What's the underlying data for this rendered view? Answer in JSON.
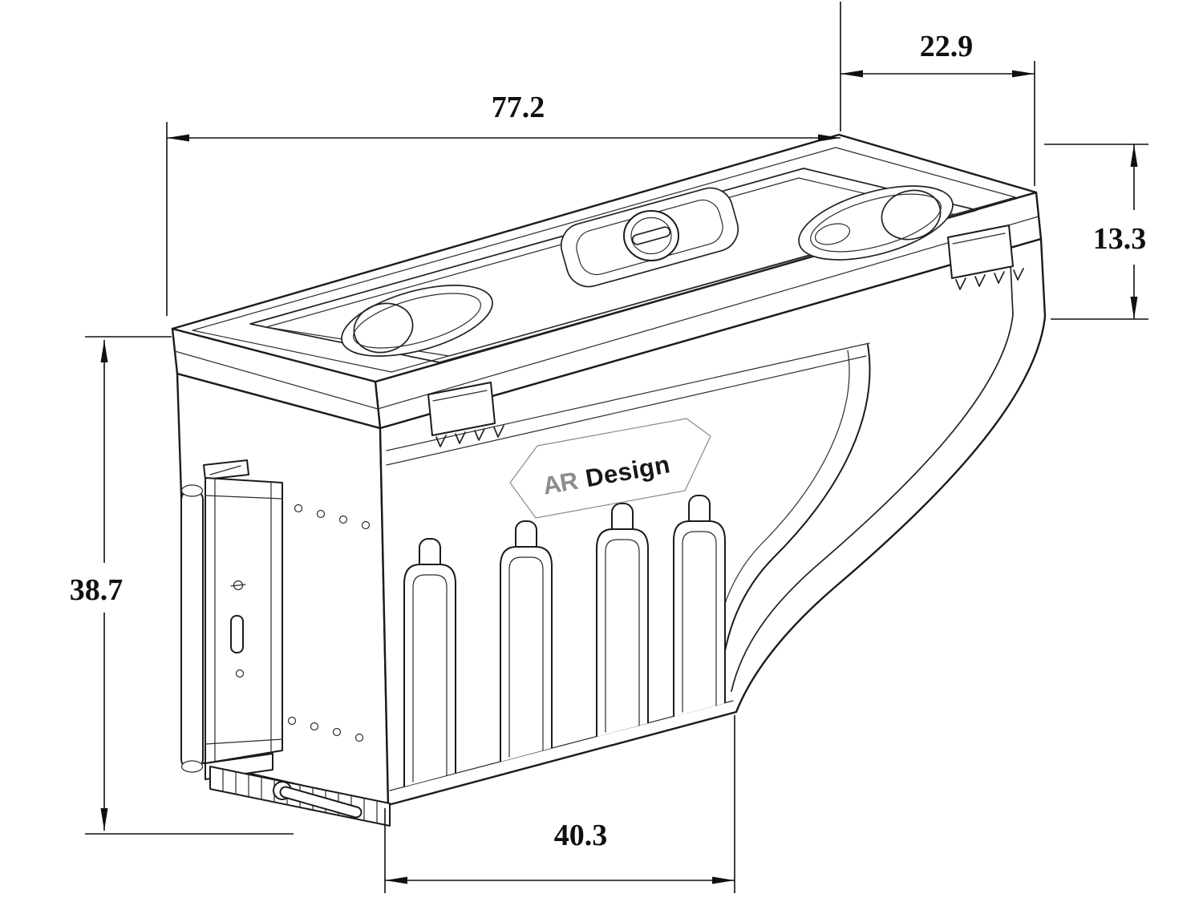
{
  "drawing": {
    "dimensions": {
      "overall_length": "77.2",
      "overall_depth": "22.9",
      "lid_height": "13.3",
      "overall_height": "38.7",
      "base_length": "40.3"
    },
    "logo": {
      "mark": "AR",
      "name": "Design"
    }
  }
}
